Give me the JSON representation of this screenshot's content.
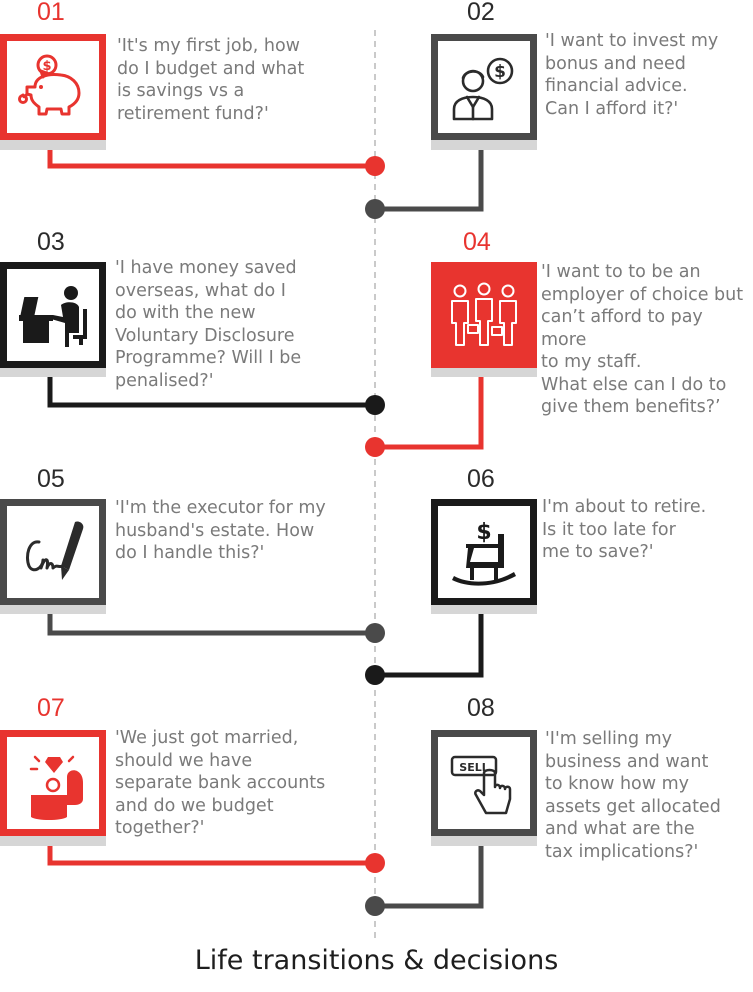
{
  "title": "Life transitions & decisions",
  "colors": {
    "red": "#e8342f",
    "dark": "#2f2f2f",
    "darkgray": "#4a4a4a",
    "black": "#1a1a1a",
    "text": "#7a7a7a",
    "midline": "#b9b9b9"
  },
  "items": [
    {
      "number": "01",
      "quote": "'It's my first job, how\ndo I budget and what\nis savings vs a\nretirement fund?'",
      "icon": "piggy-bank-icon",
      "color": "red"
    },
    {
      "number": "02",
      "quote": "'I want to invest my\nbonus and need\nfinancial advice.\nCan I afford it?'",
      "icon": "advisor-dollar-icon",
      "color": "darkgray"
    },
    {
      "number": "03",
      "quote": "'I have money saved\noverseas, what do I\ndo with the new\nVoluntary Disclosure\nProgramme? Will I be\npenalised?'",
      "icon": "desk-worker-icon",
      "color": "black"
    },
    {
      "number": "04",
      "quote": "'I want to to be an\nemployer of choice but\ncan’t afford to pay more\nto my staff.\nWhat else can I do to\ngive them benefits?’",
      "icon": "staff-group-icon",
      "color": "red"
    },
    {
      "number": "05",
      "quote": "'I'm the executor for my\nhusband's estate. How\ndo I handle this?'",
      "icon": "signature-pen-icon",
      "color": "darkgray"
    },
    {
      "number": "06",
      "quote": "I'm about to retire.\nIs it too late for\nme to save?'",
      "icon": "rocking-chair-icon",
      "color": "black"
    },
    {
      "number": "07",
      "quote": "'We just got married,\nshould we have\nseparate bank accounts\nand do we budget\ntogether?'",
      "icon": "ring-box-icon",
      "color": "red"
    },
    {
      "number": "08",
      "quote": "'I'm selling my\nbusiness and want\nto know how my\nassets get allocated\nand what are the\ntax implications?'",
      "icon": "sell-button-icon",
      "color": "darkgray"
    }
  ]
}
